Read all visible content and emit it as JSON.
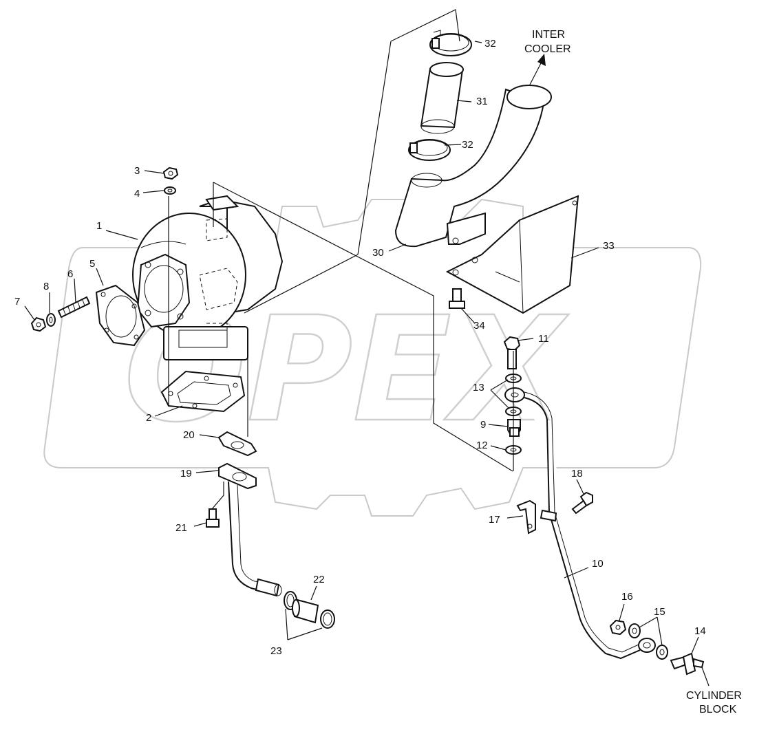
{
  "diagram": {
    "watermark": "OPEX",
    "destinations": {
      "inter_cooler": [
        "INTER",
        "COOLER"
      ],
      "cylinder_block": [
        "CYLINDER",
        "BLOCK"
      ]
    },
    "callouts": {
      "c1": "1",
      "c2": "2",
      "c3": "3",
      "c4": "4",
      "c5": "5",
      "c6": "6",
      "c7": "7",
      "c8": "8",
      "c9": "9",
      "c10": "10",
      "c11": "11",
      "c12": "12",
      "c13": "13",
      "c14": "14",
      "c15": "15",
      "c16": "16",
      "c17": "17",
      "c18": "18",
      "c19": "19",
      "c20": "20",
      "c21": "21",
      "c22": "22",
      "c23": "23",
      "c30": "30",
      "c31": "31",
      "c32a": "32",
      "c32b": "32",
      "c33": "33",
      "c34": "34"
    }
  }
}
